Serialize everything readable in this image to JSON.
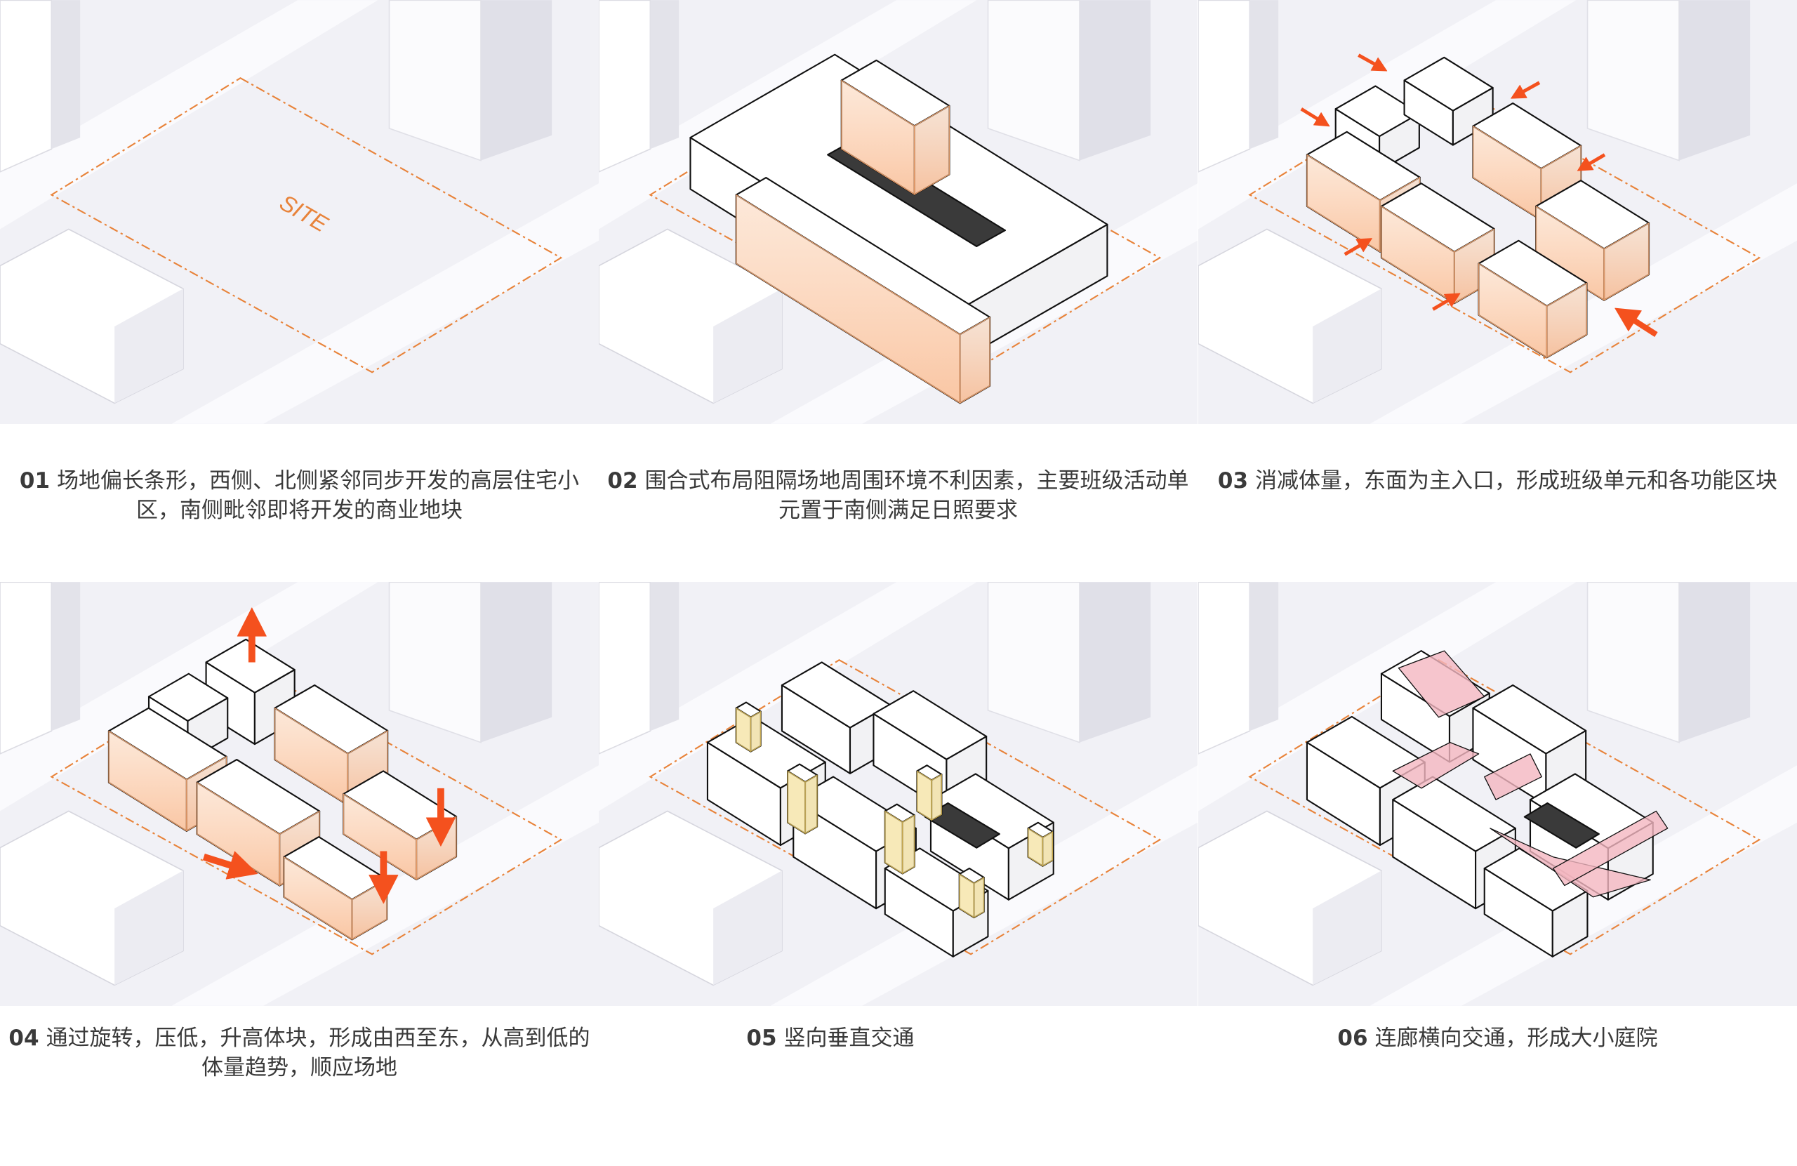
{
  "site_label": "SITE",
  "panels": [
    {
      "number": "01",
      "caption": "场地偏长条形，西侧、北侧紧邻同步开发的高层住宅小区，南侧毗邻即将开发的商业地块"
    },
    {
      "number": "02",
      "caption": "围合式布局阻隔场地周围环境不利因素，主要班级活动单元置于南侧满足日照要求"
    },
    {
      "number": "03",
      "caption": "消减体量，东面为主入口，形成班级单元和各功能区块"
    },
    {
      "number": "04",
      "caption": "通过旋转，压低，升高体块，形成由西至东，从高到低的体量趋势，顺应场地"
    },
    {
      "number": "05",
      "caption": "竖向垂直交通"
    },
    {
      "number": "06",
      "caption": "连廊横向交通，形成大小庭院"
    }
  ],
  "colors": {
    "site_line": "#e8833a",
    "arrow": "#f4511e",
    "class_units": "#f7b487",
    "vertical_core": "#f3dc8f",
    "corridor": "#f4b6c0"
  }
}
